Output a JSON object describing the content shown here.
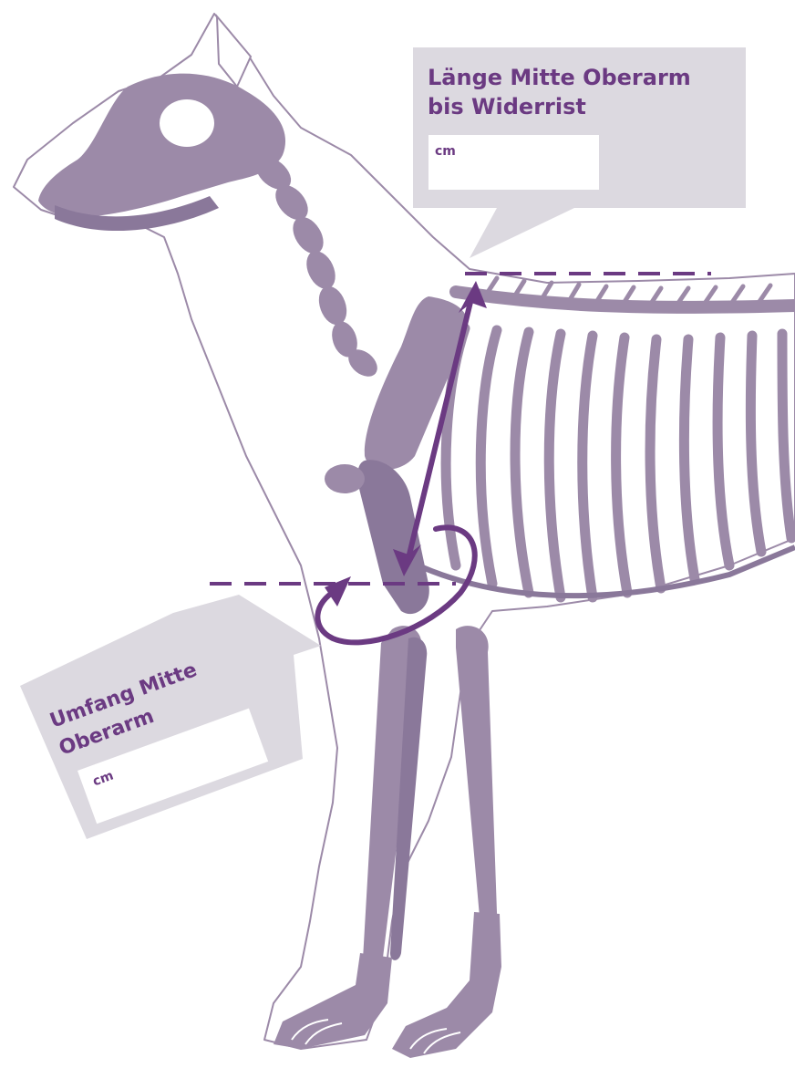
{
  "colors": {
    "accent": "#6b3a82",
    "skeleton": "#9c8aa8",
    "skeleton_dark": "#8a789a",
    "card_bg": "#dcd9e0"
  },
  "upper_card": {
    "title_line1": "Länge Mitte Oberarm",
    "title_line2": "bis Widerrist",
    "unit": "cm",
    "value": ""
  },
  "lower_card": {
    "title_line1": "Umfang Mitte",
    "title_line2": "Oberarm",
    "unit": "cm",
    "value": ""
  }
}
